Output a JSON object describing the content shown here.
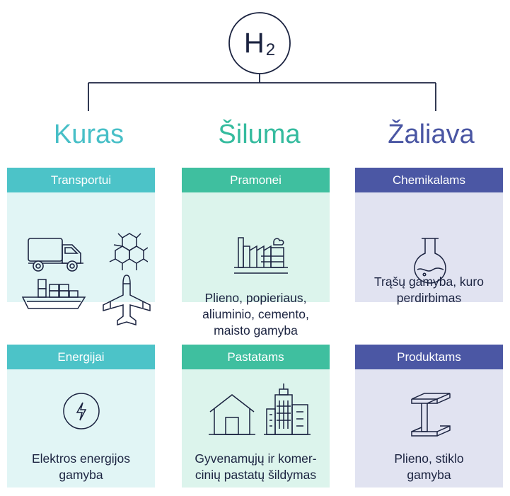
{
  "center": {
    "label": "H",
    "subscript": "2"
  },
  "columns": [
    {
      "title": "Kuras",
      "color": "#47bfc7"
    },
    {
      "title": "Šiluma",
      "color": "#35bb9e"
    },
    {
      "title": "Žaliava",
      "color": "#4a56a3"
    }
  ],
  "colors": {
    "teal_header": "#4cc3c8",
    "teal_body": "#e1f5f5",
    "green_header": "#3fbf9f",
    "green_body": "#dcf4ec",
    "indigo_header": "#4b57a4",
    "indigo_body": "#e1e3f1",
    "line": "#1b2340"
  },
  "cards": {
    "transportui": {
      "header": "Transportui",
      "icons": [
        "truck-icon",
        "molecule-icon",
        "ship-icon",
        "airplane-icon"
      ]
    },
    "pramonei": {
      "header": "Pramonei",
      "text": "Plieno, popieriaus,\naliuminio, cemento,\nmaisto gamyba",
      "icon": "factory-icon"
    },
    "chemikalams": {
      "header": "Chemikalams",
      "text": "Trąšų gamyba, kuro\nperdirbimas",
      "icon": "flask-icon"
    },
    "energijai": {
      "header": "Energijai",
      "text": "Elektros energijos\ngamyba",
      "icon": "lightning-icon"
    },
    "pastatams": {
      "header": "Pastatams",
      "text": "Gyvenamųjų ir komer-\ncinių pastatų šildymas",
      "icon": "buildings-icon"
    },
    "produktams": {
      "header": "Produktams",
      "text": "Plieno, stiklo\ngamyba",
      "icon": "steel-beam-icon"
    }
  }
}
